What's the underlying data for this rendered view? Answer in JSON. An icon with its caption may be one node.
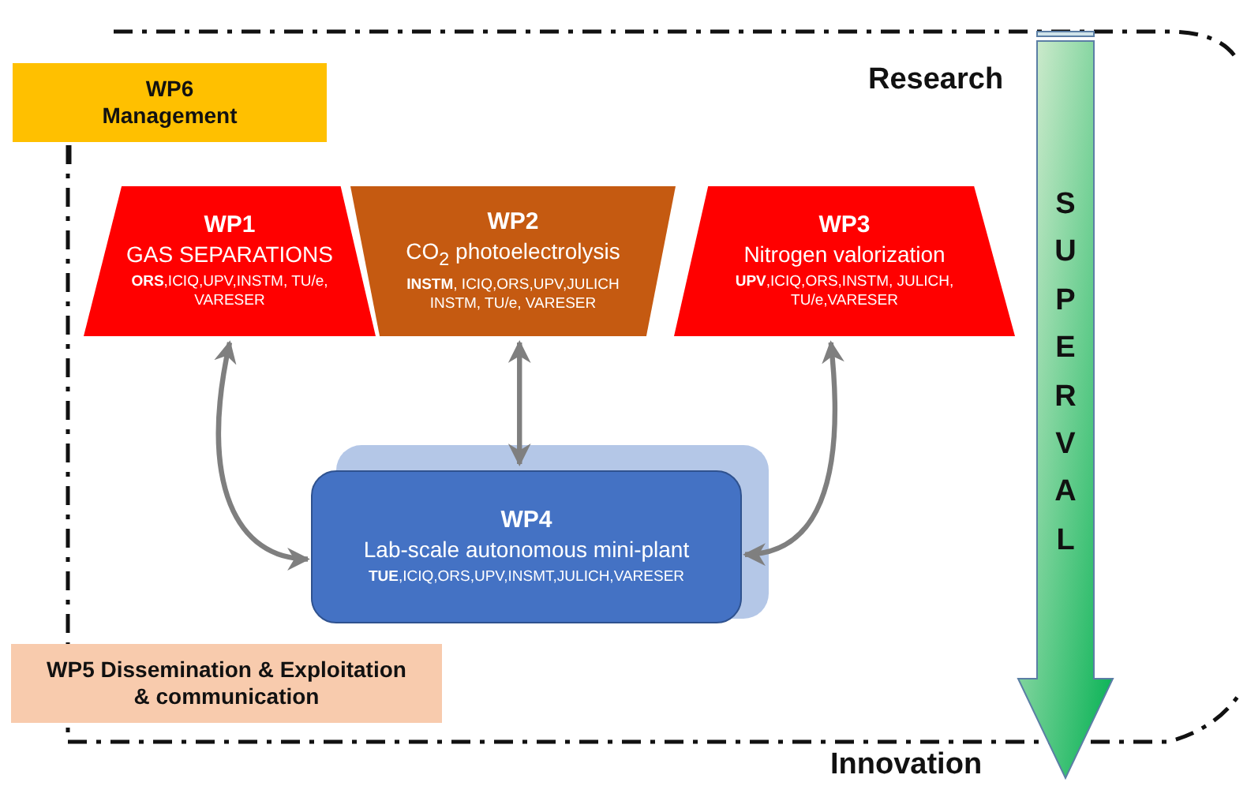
{
  "diagram": {
    "nodes": [
      {
        "text": [
          "WP6",
          "Management"
        ]
      },
      {
        "text": [
          "WP1",
          "GAS SEPARATIONS",
          "**ORS**,ICIQ,UPV,INSTM, TU/e, VARESER"
        ]
      },
      {
        "text": [
          "WP2",
          "CO$_{2}$ photoelectrolysis",
          "**INSTM**, ICIQ,ORS,UPV,JULICH INSTM, TU/e, VARESER"
        ]
      },
      {
        "text": [
          "WP3",
          "Nitrogen valorization",
          "**UPV**,ICIQ,ORS,INSTM, JULICH, TU/e,VARESER"
        ]
      },
      {
        "text": [
          "WP4",
          "Lab-scale autonomous mini-plant",
          "**TUE**,ICIQ,ORS,UPV,INSMT,JULICH,VARESER"
        ]
      },
      {
        "text": [
          "WP5 Dissemination & Exploitation & communication"
        ]
      },
      {
        "text": [
          "SUPERVAL"
        ]
      }
    ],
    "edges": [
      {
        "from": 1,
        "to": 4,
        "arrow": "both"
      },
      {
        "from": 2,
        "to": 4,
        "arrow": "both"
      },
      {
        "from": 3,
        "to": 4,
        "arrow": "both"
      }
    ],
    "labels": [
      "Research",
      "Innovation"
    ]
  }
}
